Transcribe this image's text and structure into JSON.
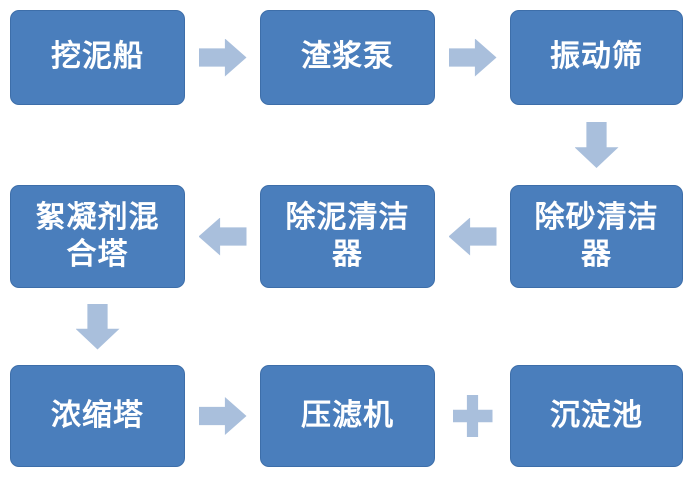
{
  "flowchart": {
    "colors": {
      "background": "#FFFFFF",
      "node_fill": "#4A7EBC",
      "node_border": "#3D6EA9",
      "node_text": "#FFFFFF",
      "connector_fill": "#A9BFDC"
    },
    "nodes": [
      {
        "id": "dredger",
        "label": "挖泥船"
      },
      {
        "id": "slurry-pump",
        "label": "渣浆泵"
      },
      {
        "id": "vibrating-screen",
        "label": "振动筛"
      },
      {
        "id": "sand-removal-cleaner",
        "label": "除砂清洁器"
      },
      {
        "id": "mud-removal-cleaner",
        "label": "除泥清洁器"
      },
      {
        "id": "flocculant-mixing-tower",
        "label": "絮凝剂混合塔"
      },
      {
        "id": "thickening-tower",
        "label": "浓缩塔"
      },
      {
        "id": "filter-press",
        "label": "压滤机"
      },
      {
        "id": "sedimentation-tank",
        "label": "沉淀池"
      }
    ],
    "connectors": [
      {
        "type": "arrow-right",
        "from": "挖泥船",
        "to": "渣浆泵"
      },
      {
        "type": "arrow-right",
        "from": "渣浆泵",
        "to": "振动筛"
      },
      {
        "type": "arrow-down",
        "from": "振动筛",
        "to": "除砂清洁器"
      },
      {
        "type": "arrow-left",
        "from": "除砂清洁器",
        "to": "除泥清洁器"
      },
      {
        "type": "arrow-left",
        "from": "除泥清洁器",
        "to": "絮凝剂混合塔"
      },
      {
        "type": "arrow-down",
        "from": "絮凝剂混合塔",
        "to": "浓缩塔"
      },
      {
        "type": "arrow-right",
        "from": "浓缩塔",
        "to": "压滤机"
      },
      {
        "type": "plus",
        "from": "压滤机",
        "to": "沉淀池"
      }
    ]
  }
}
